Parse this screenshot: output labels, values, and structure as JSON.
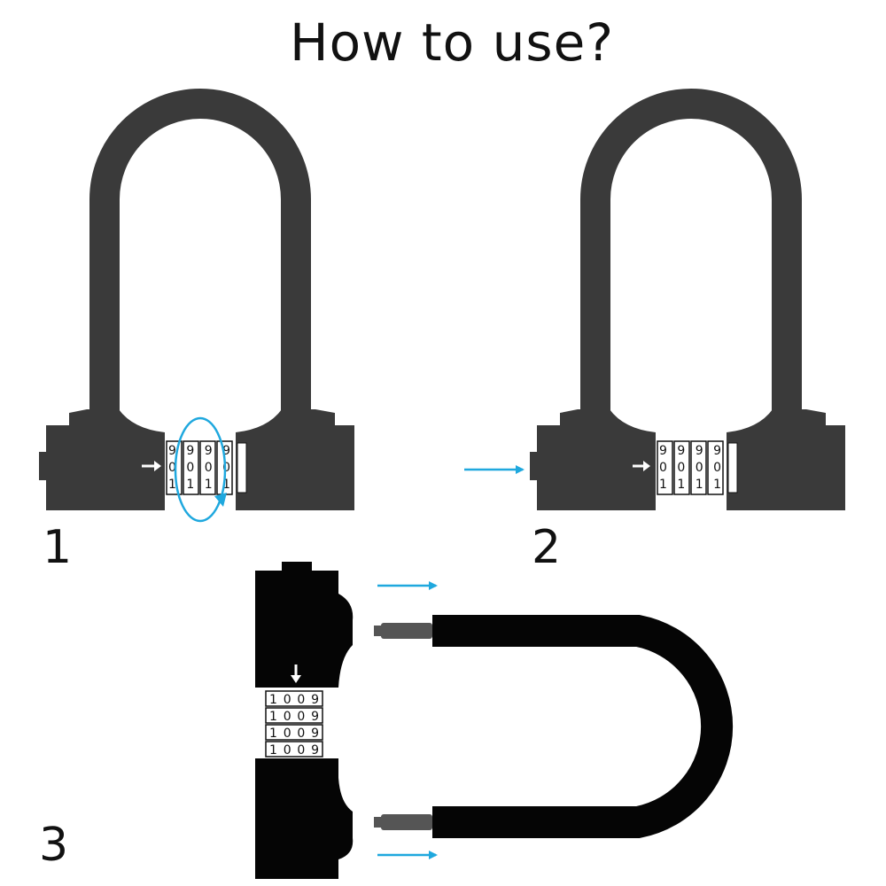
{
  "title": "How to use?",
  "colors": {
    "body": "#3a3a3a",
    "shackle_step3": "#050505",
    "arrow": "#1fa8de",
    "wheel_face": "#ffffff"
  },
  "steps": [
    {
      "label": "1",
      "wheel_rows": [
        "9999",
        "0000",
        "1111"
      ],
      "motion": "rotate-dials"
    },
    {
      "label": "2",
      "wheel_rows": [
        "9999",
        "0000",
        "1111"
      ],
      "motion": "push-button"
    },
    {
      "label": "3",
      "wheel_rows": [
        "1009",
        "1009",
        "1009",
        "1009"
      ],
      "motion": "pull-shackle-out"
    }
  ]
}
